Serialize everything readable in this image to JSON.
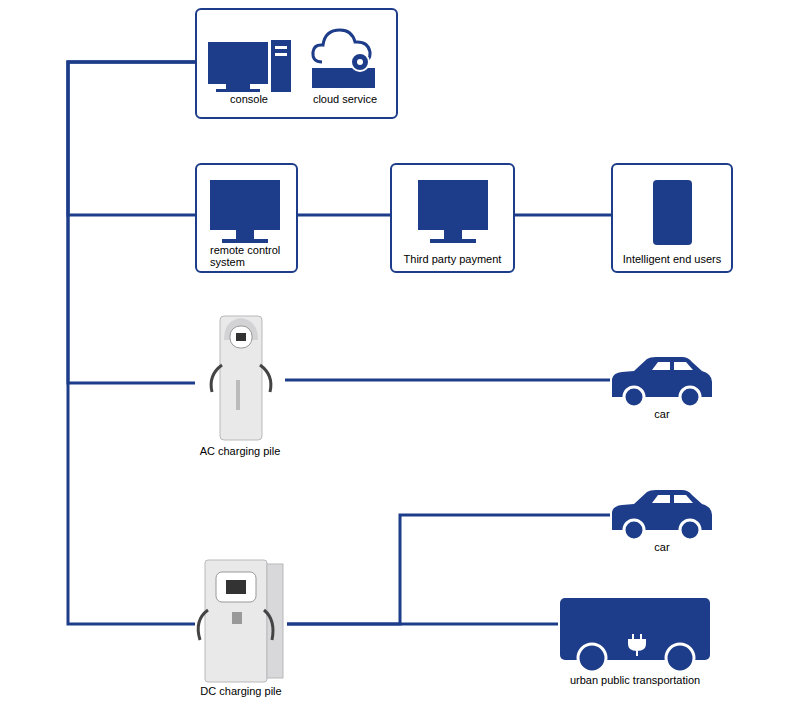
{
  "diagram": {
    "nodes": [
      {
        "text": [
          "console",
          "cloud service"
        ]
      },
      {
        "text": [
          "remote control system"
        ]
      },
      {
        "text": [
          "Third party payment"
        ]
      },
      {
        "text": [
          "Intelligent end users"
        ]
      },
      {
        "text": [
          "AC charging pile"
        ]
      },
      {
        "text": [
          "car"
        ]
      },
      {
        "text": [
          "DC charging pile"
        ]
      },
      {
        "text": [
          "car"
        ]
      },
      {
        "text": [
          "urban public transportation"
        ]
      }
    ],
    "edges": [
      {
        "from": 0,
        "to": 1,
        "arrow": "none"
      },
      {
        "from": 0,
        "to": 4,
        "arrow": "none"
      },
      {
        "from": 0,
        "to": 6,
        "arrow": "none"
      },
      {
        "from": 1,
        "to": 2,
        "arrow": "none"
      },
      {
        "from": 2,
        "to": 3,
        "arrow": "none"
      },
      {
        "from": 4,
        "to": 5,
        "arrow": "none"
      },
      {
        "from": 6,
        "to": 7,
        "arrow": "none"
      },
      {
        "from": 6,
        "to": 8,
        "arrow": "none"
      }
    ]
  }
}
